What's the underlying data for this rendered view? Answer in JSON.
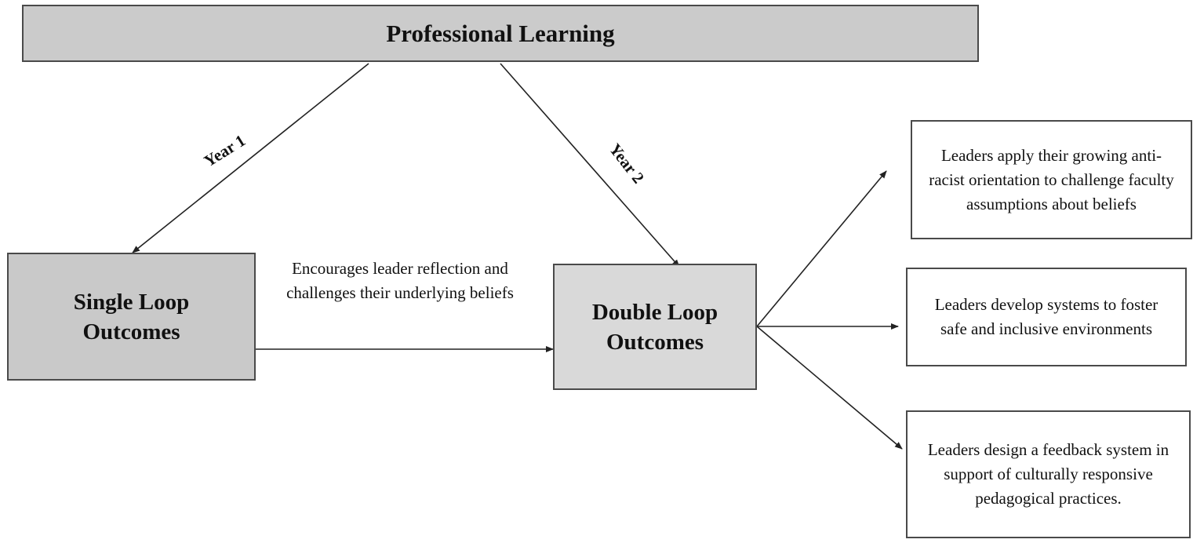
{
  "diagram": {
    "top": {
      "title": "Professional Learning"
    },
    "single": {
      "title": "Single Loop Outcomes"
    },
    "double": {
      "title": "Double Loop Outcomes"
    },
    "edges": {
      "year1": "Year 1",
      "year2": "Year 2",
      "middle": "Encourages leader reflection and challenges their underlying beliefs"
    },
    "outcomes": [
      {
        "text": "Leaders apply their growing anti-racist orientation to challenge faculty assumptions about beliefs"
      },
      {
        "text": "Leaders develop systems to foster safe and inclusive environments"
      },
      {
        "text": "Leaders design a feedback system in support of culturally responsive pedagogical practices."
      }
    ],
    "colors": {
      "top_fill": "#cbcbcb",
      "single_fill": "#c9c9c9",
      "double_fill": "#d9d9d9",
      "border": "#4a4a4a",
      "arrow": "#222222"
    }
  }
}
